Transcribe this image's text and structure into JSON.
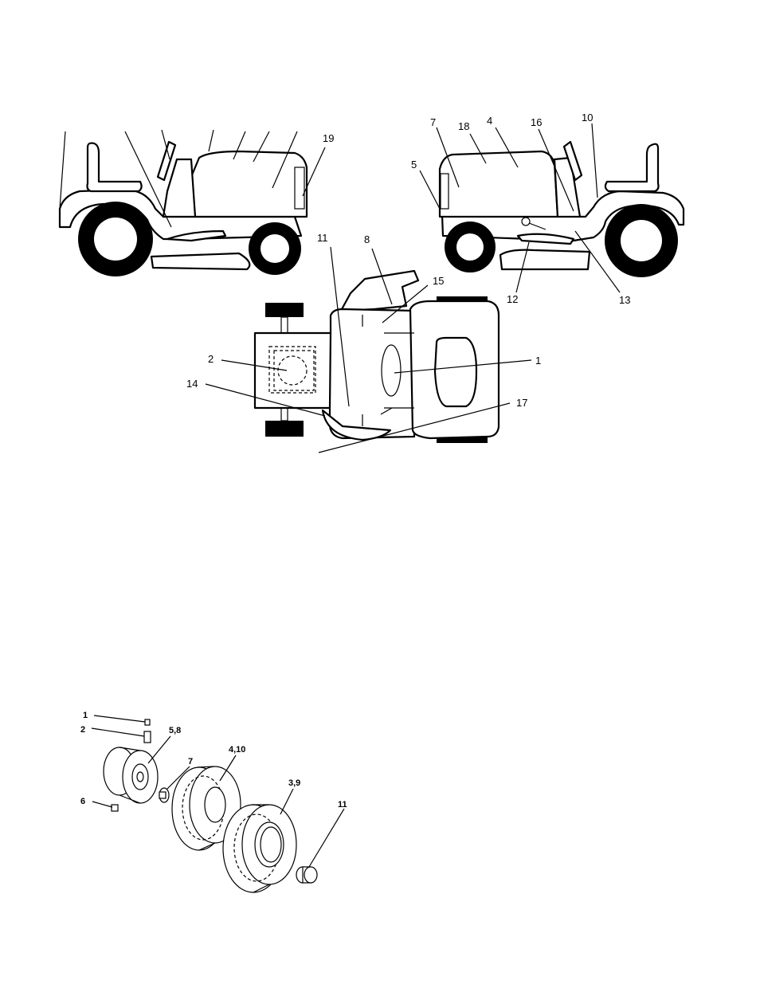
{
  "diagram": {
    "left_view_labels": [
      "19"
    ],
    "right_view_labels": [
      "7",
      "18",
      "4",
      "16",
      "10",
      "5",
      "12",
      "13"
    ],
    "top_view_labels": [
      "11",
      "8",
      "15",
      "2",
      "1",
      "14",
      "17"
    ],
    "wheel_labels": [
      "1",
      "2",
      "5,8",
      "7",
      "4,10",
      "3,9",
      "6",
      "11"
    ]
  }
}
